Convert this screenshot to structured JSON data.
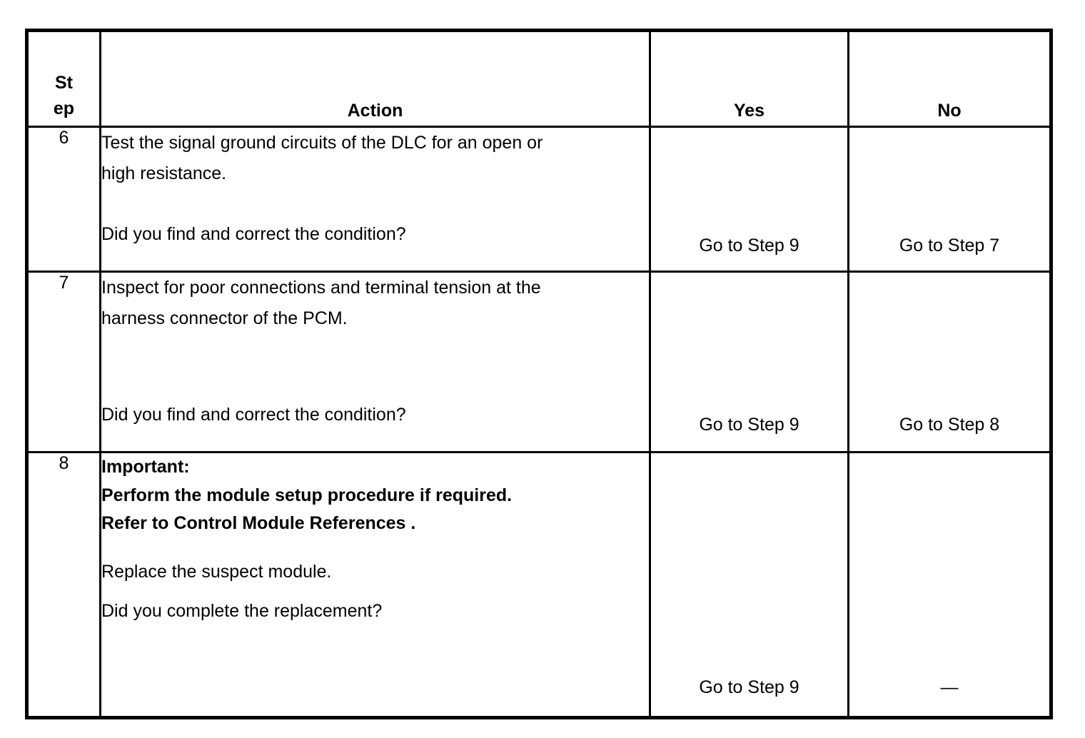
{
  "table": {
    "headers": {
      "step_line1": "St",
      "step_line2": "ep",
      "action": "Action",
      "yes": "Yes",
      "no": "No"
    },
    "rows": [
      {
        "step": "6",
        "action_paragraphs": [
          {
            "text": "Test the signal ground circuits of the DLC for an open or",
            "bold": false,
            "indent": false
          },
          {
            "text": "high resistance.",
            "bold": false,
            "indent": false
          },
          {
            "text": "Did you find and correct the condition?",
            "bold": false,
            "indent": true
          }
        ],
        "yes": "Go to Step 9",
        "no": "Go to Step 7"
      },
      {
        "step": "7",
        "action_paragraphs": [
          {
            "text": "Inspect for poor connections and terminal tension at the",
            "bold": false,
            "indent": false
          },
          {
            "text": "harness connector of the PCM.",
            "bold": false,
            "indent": false
          },
          {
            "text": "Did you find and correct the condition?",
            "bold": false,
            "indent": false
          }
        ],
        "yes": "Go to Step 9",
        "no": "Go to Step 8"
      },
      {
        "step": "8",
        "action_paragraphs": [
          {
            "text": "Important:",
            "bold": true,
            "indent": false
          },
          {
            "text": "Perform the module setup procedure if required.",
            "bold": true,
            "indent": false
          },
          {
            "text": "Refer to Control Module References .",
            "bold": true,
            "indent": false
          },
          {
            "text": "Replace the suspect module.",
            "bold": false,
            "indent": true
          },
          {
            "text": "Did you complete the  replacement?",
            "bold": false,
            "indent": false
          }
        ],
        "yes": "Go to Step 9",
        "no": "—"
      }
    ]
  },
  "colors": {
    "border": "#000000",
    "text": "#000000",
    "background": "#ffffff"
  }
}
